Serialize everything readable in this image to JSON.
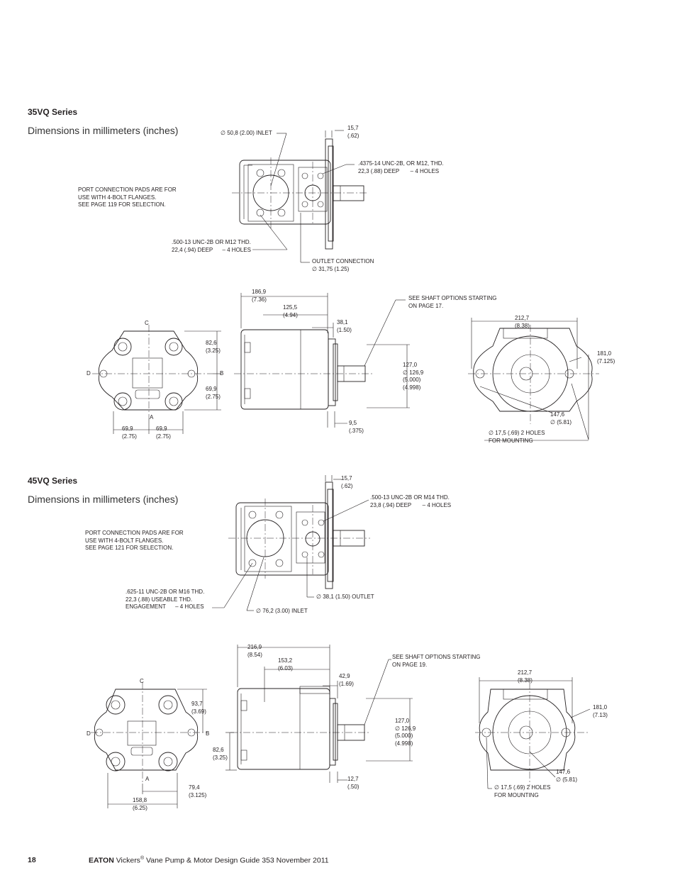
{
  "sections": [
    {
      "title": "35VQ Series",
      "subtitle": "Dimensions in millimeters (inches)",
      "notes": {
        "inlet": "∅ 50,8 (2.00) INLET",
        "offset_top": "15,7\n(.62)",
        "thread_right": ".4375-14 UNC-2B, OR M12, THD.\n22,3 (.88) DEEP       – 4 HOLES",
        "port_pads": "PORT CONNECTION PADS ARE FOR\nUSE WITH 4-BOLT FLANGES.\nSEE PAGE 119 FOR SELECTION.",
        "thread_bottom": ".500-13 UNC-2B OR M12 THD.\n22,4 (.94) DEEP      – 4 HOLES",
        "outlet": "OUTLET CONNECTION\n∅ 31,75 (1.25)",
        "shaft": "SEE SHAFT OPTIONS STARTING\nON PAGE 17.",
        "mounting": "∅ 17,5 (.69) 2 HOLES\nFOR MOUNTING"
      },
      "dims": {
        "len_total": "186,9\n(7.36)",
        "len_mid": "125,5\n(4.94)",
        "len_flange": "38,1\n(1.50)",
        "pilot": "127,0\n∅ 126,9\n(5.000)\n(4.998)",
        "flange_thk": "9,5\n(.375)",
        "bolt_span": "212,7\n(8.38)",
        "flange_width": "181,0\n(7.125)",
        "bolt_circle": "147,6\n∅ (5.81)",
        "upper_h": "82,6\n(3.25)",
        "lower_h": "69,9\n(2.75)",
        "half_w_left": "69,9\n(2.75)",
        "half_w_right": "69,9\n(2.75)"
      }
    },
    {
      "title": "45VQ Series",
      "subtitle": "Dimensions in millimeters (inches)",
      "notes": {
        "offset_top": "15,7\n(.62)",
        "thread_right": ".500-13 UNC-2B OR M14 THD.\n23,8 (.94) DEEP       – 4 HOLES",
        "port_pads": "PORT CONNECTION PADS ARE FOR\nUSE WITH 4-BOLT FLANGES.\nSEE PAGE 121 FOR SELECTION.",
        "thread_bottom": ".625-11 UNC-2B OR M16 THD.\n22,3 (.88) USEABLE THD.\nENGAGEMENT      – 4 HOLES",
        "outlet": "∅ 38,1 (1.50) OUTLET",
        "inlet": "∅ 76,2 (3.00) INLET",
        "shaft": "SEE SHAFT OPTIONS STARTING\nON PAGE 19.",
        "mounting": "∅ 17,5 (.69) 2 HOLES\nFOR MOUNTING"
      },
      "dims": {
        "len_total": "216,9\n(8.54)",
        "len_mid": "153,2\n(6.03)",
        "len_flange": "42,9\n(1.69)",
        "pilot": "127,0\n∅ 126,9\n(5.000)\n(4.998)",
        "flange_thk": "12,7\n(.50)",
        "bolt_span": "212,7\n(8.38)",
        "flange_width": "181,0\n(7.13)",
        "bolt_circle": "147,6\n∅ (5.81)",
        "upper_h": "93,7\n(3.69)",
        "lower_h": "82,6\n(3.25)",
        "half_w": "79,4\n(3.125)",
        "width": "158,8\n(6.25)"
      }
    }
  ],
  "view_labels": {
    "c": "C",
    "d": "D",
    "b": "B",
    "a": "A"
  },
  "footer": {
    "page_number": "18",
    "brand": "EATON",
    "product": "Vickers",
    "reg": "®",
    "rest": " Vane Pump & Motor Design Guide  353  November 2011"
  }
}
